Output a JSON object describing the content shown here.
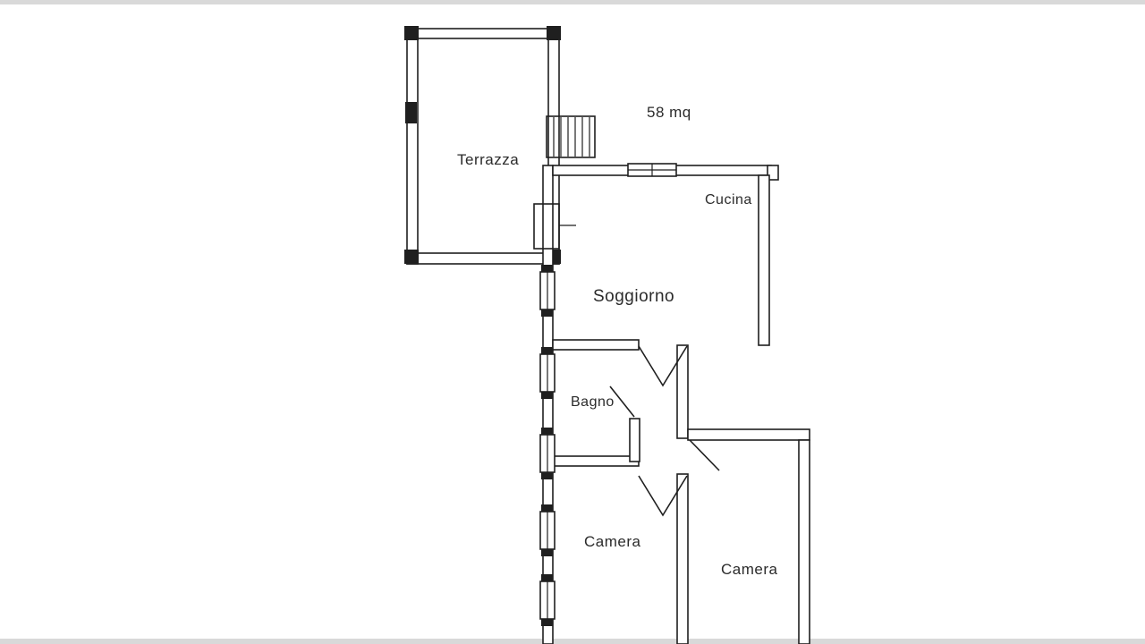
{
  "page": {
    "background": "#ffffff",
    "ink": "#1f1f1f",
    "edge_bar_color": "#d9d9d9"
  },
  "plan": {
    "area_label": "58 mq",
    "rooms": {
      "terrazza": "Terrazza",
      "cucina": "Cucina",
      "soggiorno": "Soggiorno",
      "bagno": "Bagno",
      "camera_left": "Camera",
      "camera_right": "Camera"
    }
  }
}
